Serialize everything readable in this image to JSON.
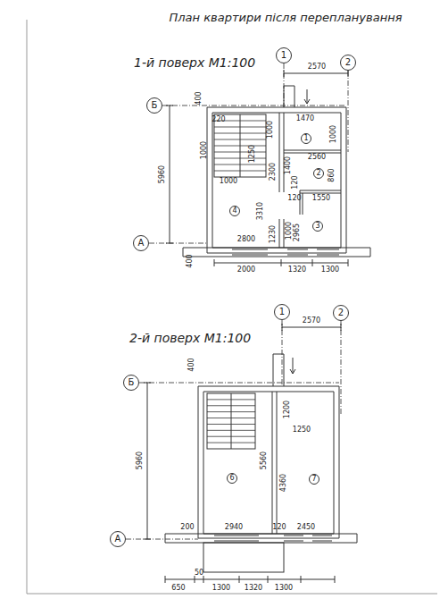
{
  "diagram": {
    "title": "План квартири після перепланування",
    "nodes": [
      {
        "text": [
          "1"
        ]
      },
      {
        "text": [
          "2"
        ]
      },
      {
        "text": [
          "Б"
        ]
      },
      {
        "text": [
          "А"
        ]
      },
      {
        "text": [
          "1"
        ]
      },
      {
        "text": [
          "2"
        ]
      },
      {
        "text": [
          "3"
        ]
      },
      {
        "text": [
          "4"
        ]
      },
      {
        "text": [
          "1"
        ]
      },
      {
        "text": [
          "2"
        ]
      },
      {
        "text": [
          "Б"
        ]
      },
      {
        "text": [
          "А"
        ]
      },
      {
        "text": [
          "6"
        ]
      },
      {
        "text": [
          "7"
        ]
      }
    ],
    "labels": [
      "1-й поверх М1:100",
      "2570",
      "400",
      "220",
      "1000",
      "1250",
      "1000",
      "2300",
      "1470",
      "1000",
      "2560",
      "860",
      "1400",
      "120",
      "1550",
      "120",
      "1000",
      "3310",
      "1000",
      "1230",
      "2965",
      "2800",
      "5960",
      "400",
      "2000",
      "1320",
      "1300",
      "2-й поверх М1:100",
      "2570",
      "400",
      "1200",
      "1250",
      "5560",
      "4360",
      "5960",
      "200",
      "2940",
      "120",
      "2450",
      "650",
      "50",
      "1300",
      "1320",
      "1300"
    ]
  }
}
